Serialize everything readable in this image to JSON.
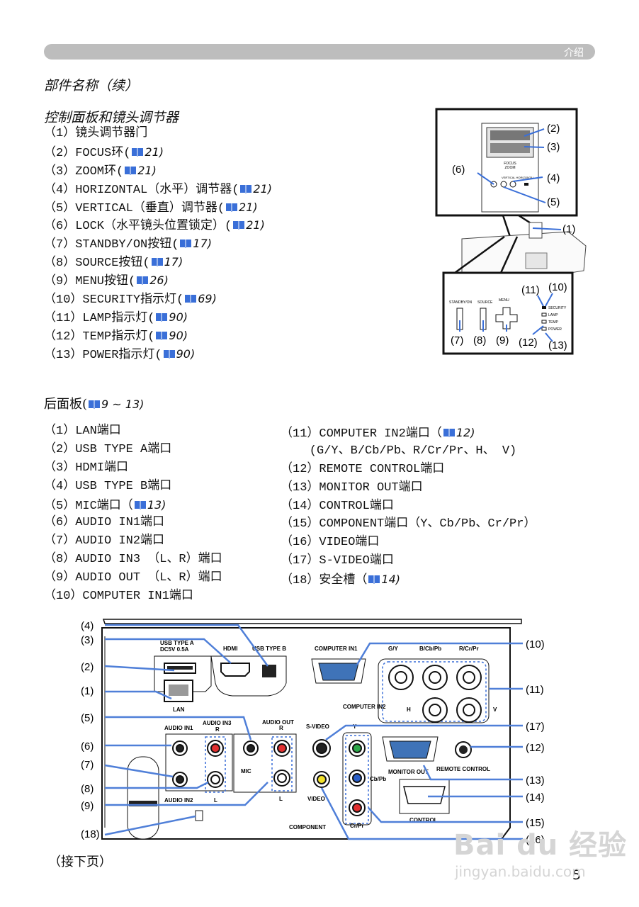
{
  "header": {
    "section": "介绍"
  },
  "parts_title": "部件名称（续）",
  "control_title": "控制面板和镜头调节器",
  "control_items": [
    {
      "text": "（1）镜头调节器门",
      "ref": ""
    },
    {
      "text": "（2）FOCUS环(",
      "ref": "21)"
    },
    {
      "text": "（3）ZOOM环(",
      "ref": "21)"
    },
    {
      "text": "（4）HORIZONTAL（水平）调节器(",
      "ref": "21)"
    },
    {
      "text": "（5）VERTICAL（垂直）调节器(",
      "ref": "21)"
    },
    {
      "text": "（6）LOCK（水平镜头位置锁定）(",
      "ref": "21)"
    },
    {
      "text": "（7）STANDBY/ON按钮(",
      "ref": "17)"
    },
    {
      "text": "（8）SOURCE按钮(",
      "ref": "17)"
    },
    {
      "text": "（9）MENU按钮(",
      "ref": "26)"
    },
    {
      "text": "（10）SECURITY指示灯(",
      "ref": "69)"
    },
    {
      "text": "（11）LAMP指示灯(",
      "ref": "90)"
    },
    {
      "text": "（12）TEMP指示灯(",
      "ref": "90)"
    },
    {
      "text": "（13）POWER指示灯(",
      "ref": "90)"
    }
  ],
  "rear_title": "后面板(",
  "rear_title_ref": "9 ~ 13)",
  "rear_left": [
    {
      "text": "（1）LAN端口",
      "ref": ""
    },
    {
      "text": "（2）USB TYPE A端口",
      "ref": ""
    },
    {
      "text": "（3）HDMI端口",
      "ref": ""
    },
    {
      "text": "（4）USB TYPE B端口",
      "ref": ""
    },
    {
      "text": "（5）MIC端口（",
      "ref": "13)"
    },
    {
      "text": "（6）AUDIO IN1端口",
      "ref": ""
    },
    {
      "text": "（7）AUDIO IN2端口",
      "ref": ""
    },
    {
      "text": "（8）AUDIO IN3 （L、R）端口",
      "ref": ""
    },
    {
      "text": "（9）AUDIO OUT （L、R）端口",
      "ref": ""
    },
    {
      "text": "（10）COMPUTER IN1端口",
      "ref": ""
    }
  ],
  "rear_right": [
    {
      "text": "（11）COMPUTER IN2端口（",
      "ref": "12)"
    },
    {
      "text": "    (G/Y、B/Cb/Pb、R/Cr/Pr、H、 V)",
      "ref": ""
    },
    {
      "text": "（12）REMOTE CONTROL端口",
      "ref": ""
    },
    {
      "text": "（13）MONITOR OUT端口",
      "ref": ""
    },
    {
      "text": "（14）CONTROL端口",
      "ref": ""
    },
    {
      "text": "（15）COMPONENT端口（Y、Cb/Pb、Cr/Pr）",
      "ref": ""
    },
    {
      "text": "（16）VIDEO端口",
      "ref": ""
    },
    {
      "text": "（17）S-VIDEO端口",
      "ref": ""
    },
    {
      "text": "（18）安全槽（",
      "ref": "14)"
    }
  ],
  "control_fig": {
    "callouts": [
      "(1)",
      "(2)",
      "(3)",
      "(4)",
      "(5)",
      "(6)",
      "(7)",
      "(8)",
      "(9)",
      "(10)",
      "(11)",
      "(12)",
      "(13)"
    ],
    "buttons": [
      "STANDBY/ON",
      "SOURCE",
      "MENU"
    ],
    "indicators": [
      "SECURITY",
      "LAMP",
      "TEMP",
      "POWER"
    ],
    "lens_labels": [
      "FOCUS",
      "ZOOM",
      "VERTICAL",
      "HORIZONTAL"
    ]
  },
  "rear_fig": {
    "callouts": [
      "(1)",
      "(2)",
      "(3)",
      "(4)",
      "(5)",
      "(6)",
      "(7)",
      "(8)",
      "(9)",
      "(10)",
      "(11)",
      "(12)",
      "(13)",
      "(14)",
      "(15)",
      "(16)",
      "(17)",
      "(18)"
    ],
    "labels": {
      "usb_a": "USB TYPE A",
      "usb_a_power": "DC5V 0.5A",
      "hdmi": "HDMI",
      "usb_b": "USB TYPE B",
      "computer_in1": "COMPUTER IN1",
      "gy": "G/Y",
      "bcbpb": "B/Cb/Pb",
      "rcrpr": "R/Cr/Pr",
      "computer_in2": "COMPUTER IN2",
      "h": "H",
      "v": "V",
      "lan": "LAN",
      "audio_in1": "AUDIO IN1",
      "audio_in3": "AUDIO IN3",
      "audio_out": "AUDIO OUT",
      "r": "R",
      "l": "L",
      "s_video": "S-VIDEO",
      "y": "Y",
      "mic": "MIC",
      "cbpb": "Cb/Pb",
      "video": "VIDEO",
      "audio_in2": "AUDIO IN2",
      "component": "COMPONENT",
      "crpr": "Cr/Pr",
      "monitor_out": "MONITOR OUT",
      "remote_control": "REMOTE CONTROL",
      "control": "CONTROL"
    }
  },
  "continued": "（接下页）",
  "page_number": "5",
  "watermark": {
    "brand": "Bai du 经验",
    "url": "jingyan.baidu.com"
  },
  "colors": {
    "accent_blue": "#4f7fd8",
    "header_gray": "#bdbdbd"
  }
}
